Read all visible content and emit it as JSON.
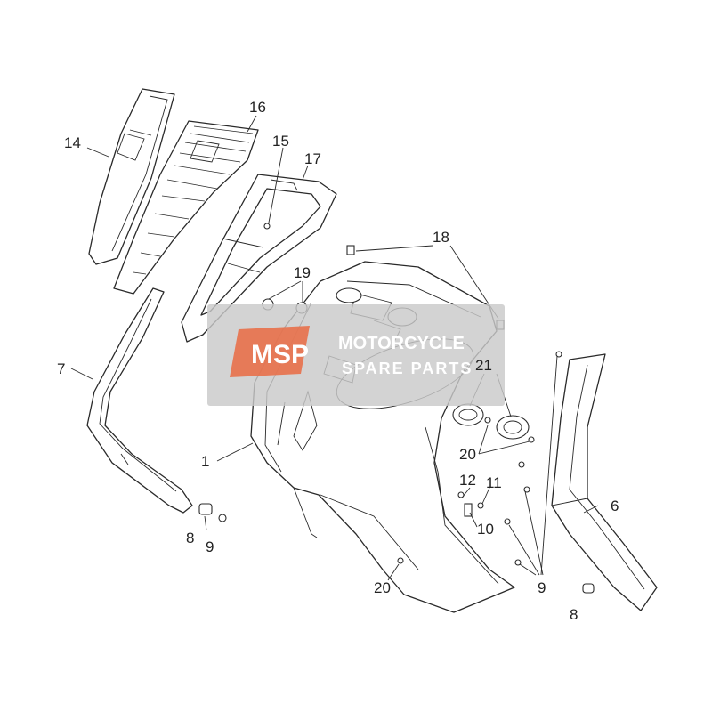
{
  "diagram": {
    "labels": {
      "p1": "1",
      "p6": "6",
      "p7": "7",
      "p8a": "8",
      "p8b": "8",
      "p9a": "9",
      "p9b": "9",
      "p10": "10",
      "p11": "11",
      "p12": "12",
      "p14": "14",
      "p15": "15",
      "p16": "16",
      "p17": "17",
      "p18": "18",
      "p19": "19",
      "p20a": "20",
      "p20b": "20",
      "p21": "21"
    }
  },
  "watermark": {
    "logo": "MSP",
    "line1": "MOTORCYCLE",
    "line2": "SPARE PARTS",
    "colors": {
      "box": "#c9c9c9",
      "logo": "#e8704a"
    }
  },
  "colors": {
    "line": "#2a2a2a",
    "background": "#ffffff"
  }
}
